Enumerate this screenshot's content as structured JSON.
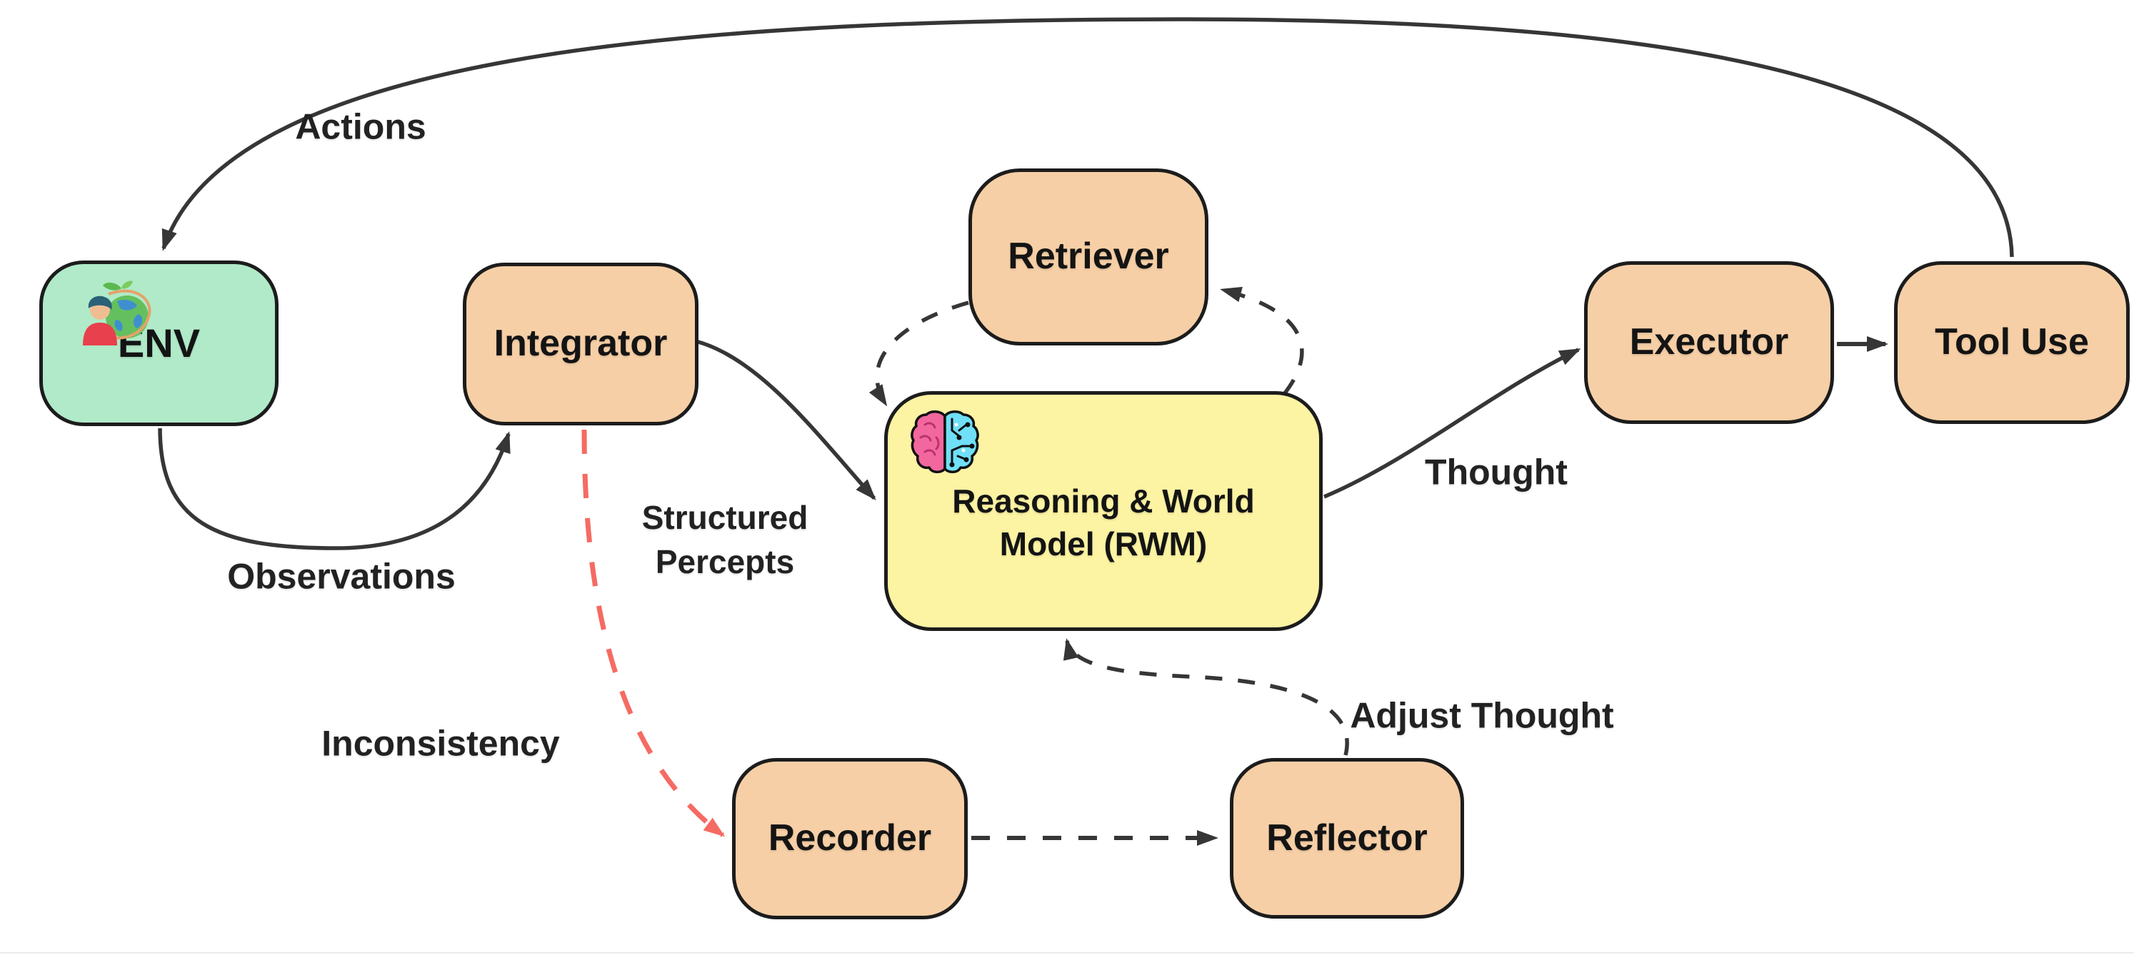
{
  "diagram": {
    "nodes": [
      {
        "id": "env",
        "label": "ENV",
        "fill": "#b0eac8",
        "icon": "person-globe"
      },
      {
        "id": "integrator",
        "label": "Integrator",
        "fill": "#f6cfa6"
      },
      {
        "id": "retriever",
        "label": "Retriever",
        "fill": "#f6cfa6"
      },
      {
        "id": "rwm",
        "label": "Reasoning & World Model (RWM)",
        "fill": "#fcf3a3",
        "icon": "brain"
      },
      {
        "id": "executor",
        "label": "Executor",
        "fill": "#f6cfa6"
      },
      {
        "id": "tool_use",
        "label": "Tool Use",
        "fill": "#f6cfa6"
      },
      {
        "id": "recorder",
        "label": "Recorder",
        "fill": "#f6cfa6"
      },
      {
        "id": "reflector",
        "label": "Reflector",
        "fill": "#f6cfa6"
      }
    ],
    "edges": [
      {
        "from": "tool_use",
        "to": "env",
        "label": "Actions",
        "style": "solid",
        "color": "#363636"
      },
      {
        "from": "env",
        "to": "integrator",
        "label": "Observations",
        "style": "solid",
        "color": "#363636"
      },
      {
        "from": "integrator",
        "to": "rwm",
        "label": "Structured Percepts",
        "style": "solid",
        "color": "#363636"
      },
      {
        "from": "retriever",
        "to": "rwm",
        "label": "",
        "style": "dashed",
        "color": "#363636"
      },
      {
        "from": "rwm",
        "to": "retriever",
        "label": "",
        "style": "dashed",
        "color": "#363636"
      },
      {
        "from": "rwm",
        "to": "executor",
        "label": "Thought",
        "style": "solid",
        "color": "#363636"
      },
      {
        "from": "executor",
        "to": "tool_use",
        "label": "",
        "style": "solid",
        "color": "#363636"
      },
      {
        "from": "integrator",
        "to": "recorder",
        "label": "Inconsistency",
        "style": "dashed",
        "color": "#f56b63"
      },
      {
        "from": "recorder",
        "to": "reflector",
        "label": "",
        "style": "dashed",
        "color": "#363636"
      },
      {
        "from": "reflector",
        "to": "rwm",
        "label": "Adjust Thought",
        "style": "dashed",
        "color": "#363636"
      }
    ],
    "colors": {
      "background": "#ffffff",
      "node_border": "#1c1c1c",
      "node_peach": "#f6cfa6",
      "node_green": "#b0eac8",
      "node_yellow": "#fcf3a3",
      "edge_dark": "#363636",
      "edge_red": "#f56b63",
      "brain_pink": "#f2679e",
      "brain_cyan": "#6fe0f7"
    }
  }
}
